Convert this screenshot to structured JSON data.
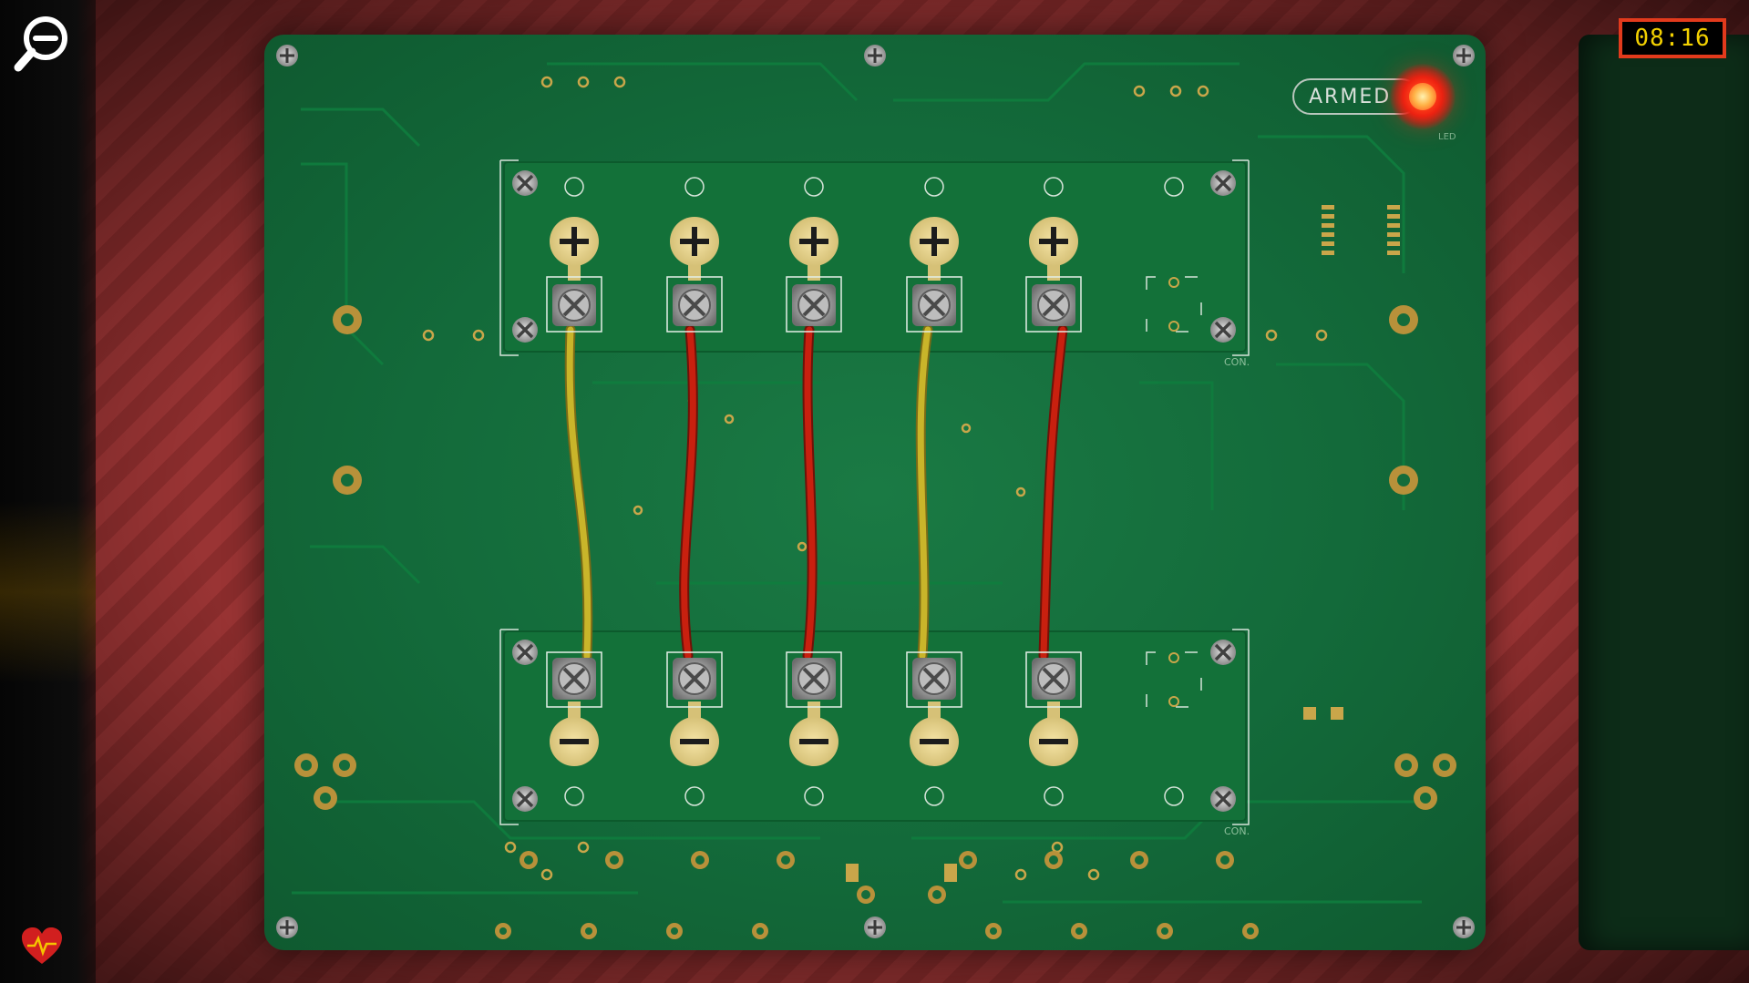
{
  "hud": {
    "timer": "08:16",
    "zoom_icon": "magnifier-zoom-out-icon",
    "health_icon": "heartbeat-icon"
  },
  "device": {
    "armed_label": "ARMED",
    "led_label": "LED",
    "led_color": "#ff3b1f",
    "connector_label": "CON.",
    "board_color": "#146c3b",
    "wires": [
      {
        "terminal": 1,
        "color": "yellow",
        "hex": "#c9b52a"
      },
      {
        "terminal": 2,
        "color": "red",
        "hex": "#c8200f"
      },
      {
        "terminal": 3,
        "color": "red",
        "hex": "#c8200f"
      },
      {
        "terminal": 4,
        "color": "yellow",
        "hex": "#c9b52a"
      },
      {
        "terminal": 5,
        "color": "red",
        "hex": "#c8200f"
      }
    ],
    "top_terminal_symbol": "plus",
    "bottom_terminal_symbol": "minus",
    "empty_slot": 6
  }
}
